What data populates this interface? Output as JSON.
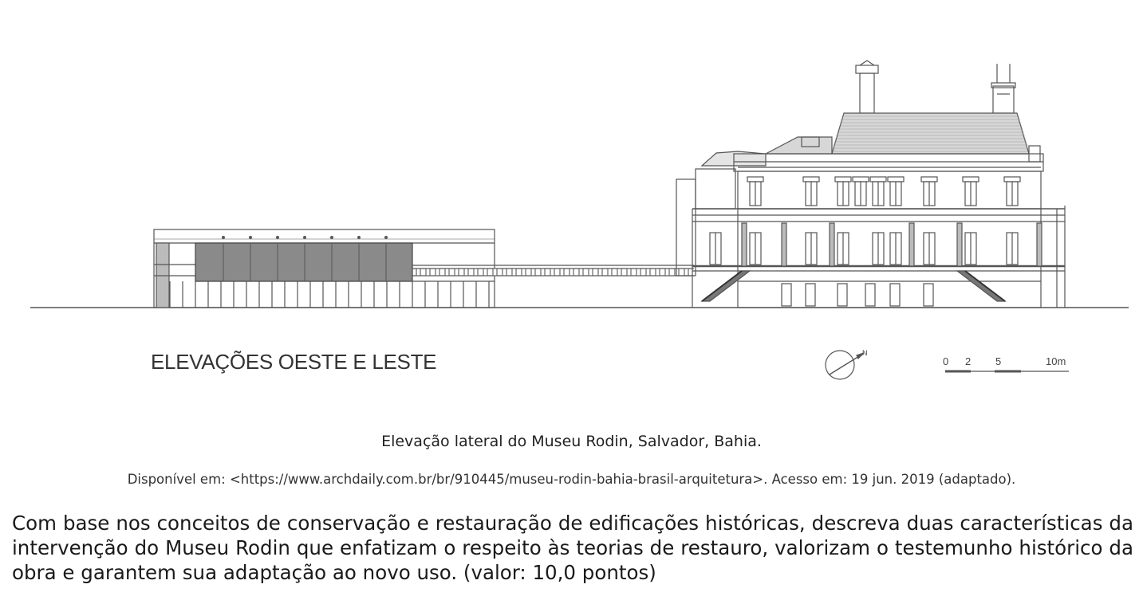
{
  "drawing": {
    "title": "ELEVAÇÕES OESTE E LESTE",
    "north_label": "N",
    "scale_labels": [
      "0",
      "2",
      "5",
      "10m"
    ]
  },
  "caption": "Elevação lateral do Museu Rodin, Salvador, Bahia.",
  "source": "Disponível em: <https://www.archdaily.com.br/br/910445/museu-rodin-bahia-brasil-arquitetura>. Acesso em: 19 jun. 2019 (adaptado).",
  "question": "Com base nos conceitos de conservação e restauração de edificações históricas, descreva duas características da intervenção do Museu Rodin que enfatizam o respeito às teorias de restauro, valorizam o testemunho histórico da obra e garantem sua adaptação ao novo uso. (valor: 10,0 pontos)"
}
